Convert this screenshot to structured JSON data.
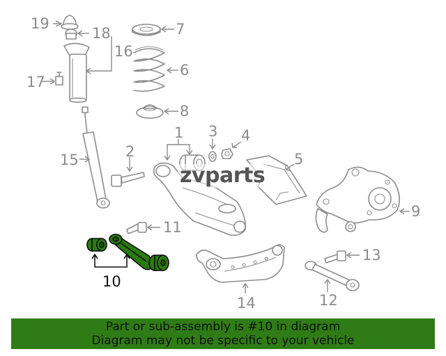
{
  "callouts": {
    "c1": "1",
    "c2": "2",
    "c3": "3",
    "c4": "4",
    "c5": "5",
    "c6": "6",
    "c7": "7",
    "c8": "8",
    "c9": "9",
    "c10": "10",
    "c11": "11",
    "c12": "12",
    "c13": "13",
    "c14": "14",
    "c15": "15",
    "c16": "16",
    "c17": "17",
    "c18": "18",
    "c19": "19"
  },
  "watermark": "zvparts",
  "banner": {
    "line1": "Part or sub-assembly is #10 in diagram",
    "line2": "Diagram may not be specific to your vehicle"
  },
  "colors": {
    "highlight": "#2a7a12",
    "banner": "#2f7c16",
    "line_art": "#8c8c8c"
  }
}
